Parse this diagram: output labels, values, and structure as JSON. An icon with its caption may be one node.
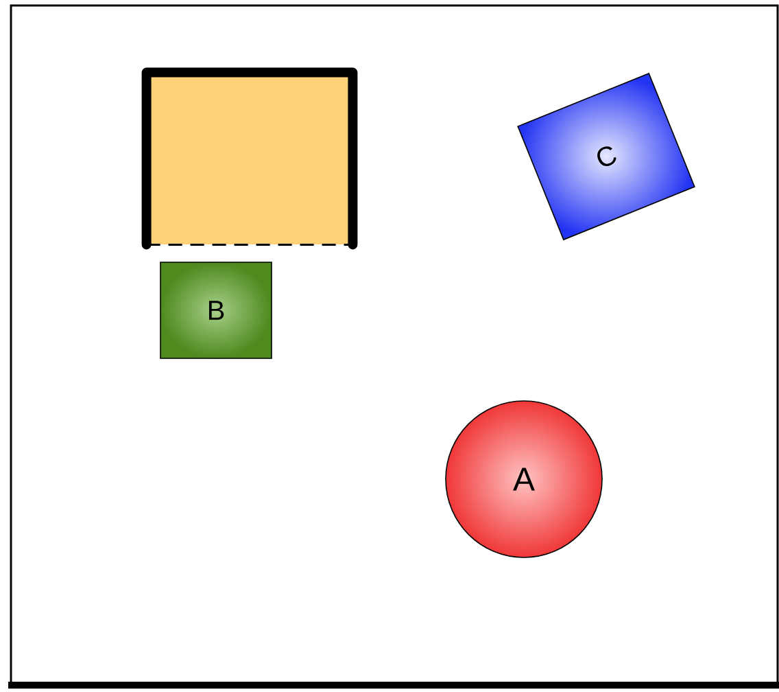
{
  "diagram": {
    "nodes": [
      {
        "text": [],
        "shape": "box"
      },
      {
        "text": [
          "B"
        ]
      },
      {
        "text": [
          "C"
        ]
      },
      {
        "text": [
          "A"
        ]
      }
    ]
  }
}
